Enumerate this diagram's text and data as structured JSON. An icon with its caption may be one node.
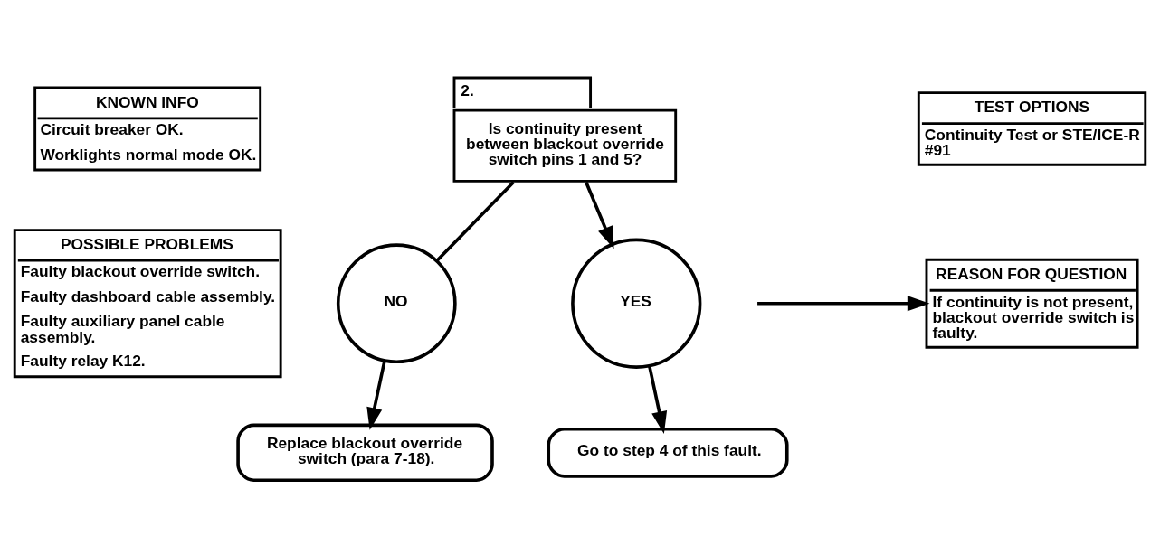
{
  "diagram": {
    "nodes": [
      {
        "text": [
          "KNOWN INFO",
          "Circuit breaker OK.",
          "Worklights normal mode OK."
        ]
      },
      {
        "text": [
          "POSSIBLE PROBLEMS",
          "Faulty blackout override switch.",
          "Faulty dashboard cable assembly.",
          "Faulty auxiliary panel cable assembly.",
          "Faulty relay K12."
        ]
      },
      {
        "text": [
          "2.",
          "Is continuity present between blackout override switch pins 1 and 5?"
        ]
      },
      {
        "text": [
          "TEST OPTIONS",
          "Continuity Test or STE/ICE-R #91"
        ]
      },
      {
        "text": [
          "REASON FOR QUESTION",
          "If continuity is not present, blackout override switch is faulty."
        ]
      },
      {
        "text": [
          "NO"
        ]
      },
      {
        "text": [
          "YES"
        ]
      },
      {
        "text": [
          "Replace blackout override switch (para 7-18)."
        ]
      },
      {
        "text": [
          "Go to step 4 of this fault."
        ]
      }
    ],
    "edges": [
      {
        "from": null,
        "to": 4,
        "arrow": "to"
      },
      {
        "from": 2,
        "to": 6,
        "arrow": "to"
      },
      {
        "from": 2,
        "to": 5,
        "arrow": "none"
      },
      {
        "from": 5,
        "to": 7,
        "arrow": "to"
      },
      {
        "from": 6,
        "to": 8,
        "arrow": "to"
      }
    ]
  }
}
